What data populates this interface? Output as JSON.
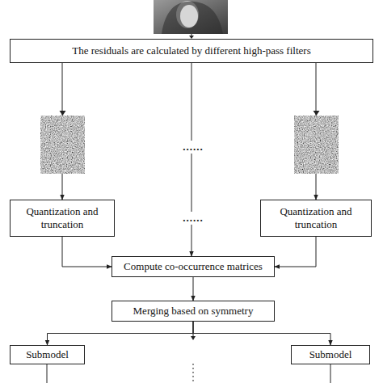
{
  "diagram": {
    "nodes": [
      {
        "text": [
          "The residuals are calculated by different high-pass filters"
        ]
      },
      {
        "text": [
          "Quantization and truncation"
        ]
      },
      {
        "text": [
          "Quantization and truncation"
        ]
      },
      {
        "text": [
          "Compute co-occurrence matrices"
        ]
      },
      {
        "text": [
          "Merging based on symmetry"
        ]
      },
      {
        "text": [
          "Submodel"
        ]
      },
      {
        "text": [
          "Submodel"
        ]
      }
    ],
    "edges": [
      {
        "from": 0,
        "to": 1,
        "arrow": "to"
      },
      {
        "from": 0,
        "to": 3,
        "arrow": "to"
      },
      {
        "from": 0,
        "to": 2,
        "arrow": "to"
      },
      {
        "from": 1,
        "to": 3,
        "arrow": "to"
      },
      {
        "from": 2,
        "to": 3,
        "arrow": "to"
      },
      {
        "from": 3,
        "to": 4,
        "arrow": "to"
      },
      {
        "from": 4,
        "to": 5,
        "arrow": "to"
      },
      {
        "from": 4,
        "to": 6,
        "arrow": "to"
      }
    ],
    "labels": [
      "......",
      "......"
    ]
  }
}
